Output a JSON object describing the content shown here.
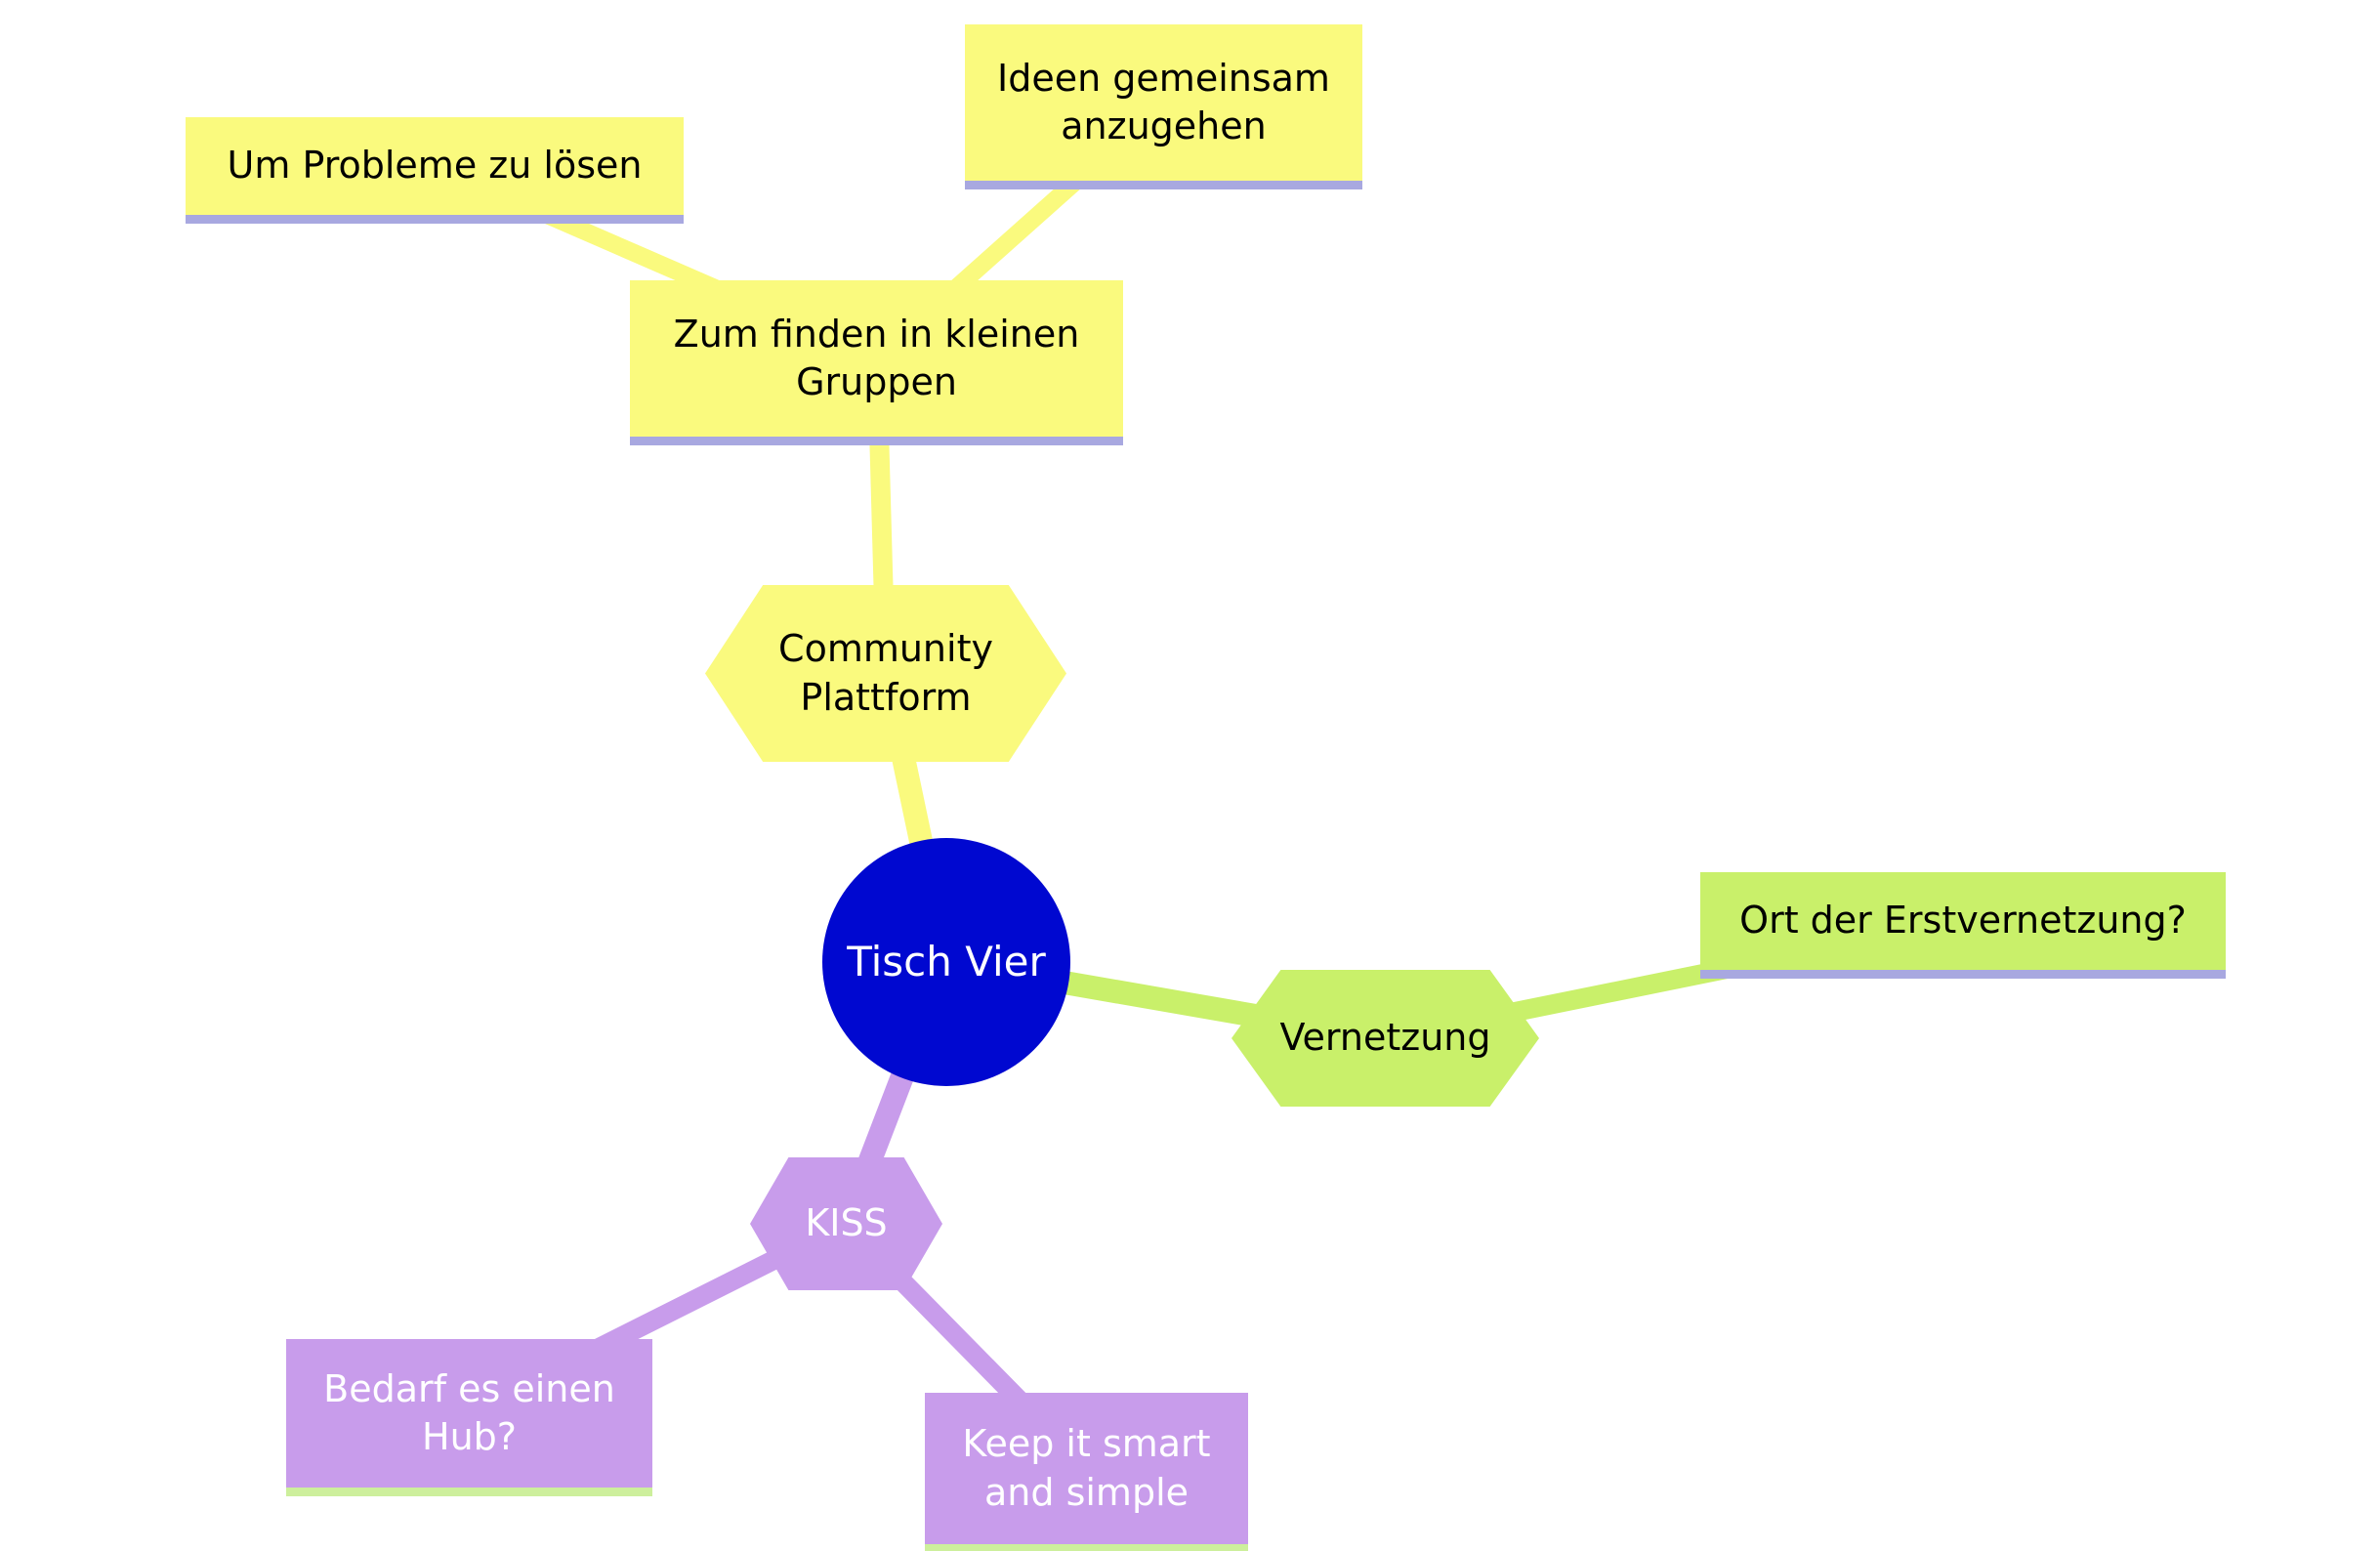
{
  "colors": {
    "background": "#ffffff",
    "yellow": "#FAFA7E",
    "green": "#C9F06A",
    "purple": "#C89CEB",
    "blue": "#0008D0",
    "underline-lavender": "#A8A8E0",
    "underline-green": "#CDEF9C",
    "text-dark": "#000000",
    "text-light": "#ffffff"
  },
  "nodes": {
    "tisch_vier": {
      "label": "Tisch Vier",
      "shape": "circle"
    },
    "community_plattform": {
      "label": "Community Plattform",
      "shape": "hexagon"
    },
    "zum_finden": {
      "label": "Zum finden in kleinen Gruppen",
      "shape": "rect"
    },
    "um_probleme": {
      "label": "Um Probleme zu lösen",
      "shape": "rect"
    },
    "ideen_gemeinsam": {
      "label": "Ideen gemeinsam anzugehen",
      "shape": "rect"
    },
    "vernetzung": {
      "label": "Vernetzung",
      "shape": "hexagon"
    },
    "ort_der_erstvernetzung": {
      "label": "Ort der Erstvernetzung?",
      "shape": "rect"
    },
    "kiss": {
      "label": "KISS",
      "shape": "hexagon"
    },
    "bedarf_hub": {
      "label": "Bedarf es einen Hub?",
      "shape": "rect"
    },
    "keep_it_smart": {
      "label": "Keep it smart and simple",
      "shape": "rect"
    }
  },
  "edges": [
    {
      "from": "tisch_vier",
      "to": "community_plattform",
      "color": "yellow"
    },
    {
      "from": "community_plattform",
      "to": "zum_finden",
      "color": "yellow"
    },
    {
      "from": "zum_finden",
      "to": "um_probleme",
      "color": "yellow"
    },
    {
      "from": "zum_finden",
      "to": "ideen_gemeinsam",
      "color": "yellow"
    },
    {
      "from": "tisch_vier",
      "to": "vernetzung",
      "color": "green"
    },
    {
      "from": "vernetzung",
      "to": "ort_der_erstvernetzung",
      "color": "green"
    },
    {
      "from": "tisch_vier",
      "to": "kiss",
      "color": "purple"
    },
    {
      "from": "kiss",
      "to": "bedarf_hub",
      "color": "purple"
    },
    {
      "from": "kiss",
      "to": "keep_it_smart",
      "color": "purple"
    }
  ]
}
